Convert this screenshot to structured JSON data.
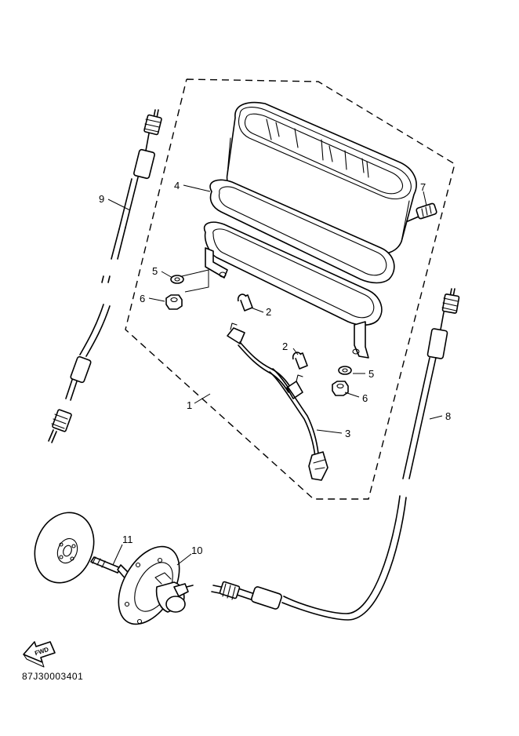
{
  "callouts": {
    "c1": "1",
    "c2a": "2",
    "c2b": "2",
    "c3": "3",
    "c4": "4",
    "c5a": "5",
    "c5b": "5",
    "c6a": "6",
    "c6b": "6",
    "c7": "7",
    "c8": "8",
    "c9": "9",
    "c10": "10",
    "c11": "11"
  },
  "fwd_label": "FWD",
  "diagram_code": "87J30003401"
}
